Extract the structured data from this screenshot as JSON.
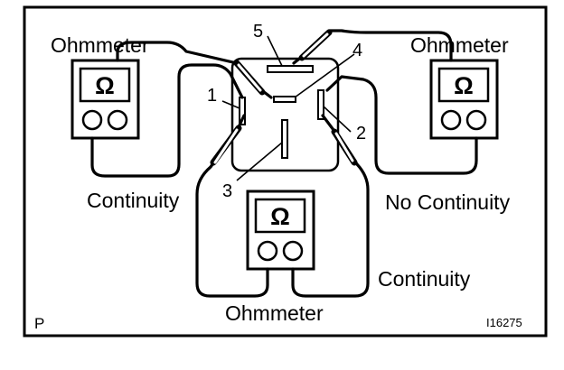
{
  "labels": {
    "ohmmeter_left": "Ohmmeter",
    "ohmmeter_right": "Ohmmeter",
    "ohmmeter_bottom": "Ohmmeter",
    "continuity_left": "Continuity",
    "no_continuity_right": "No Continuity",
    "continuity_bottom": "Continuity",
    "terminal_1": "1",
    "terminal_2": "2",
    "terminal_3": "3",
    "terminal_4": "4",
    "terminal_5": "5",
    "corner_letter": "P",
    "figure_code": "I16275",
    "omega_symbol": "Ω"
  }
}
